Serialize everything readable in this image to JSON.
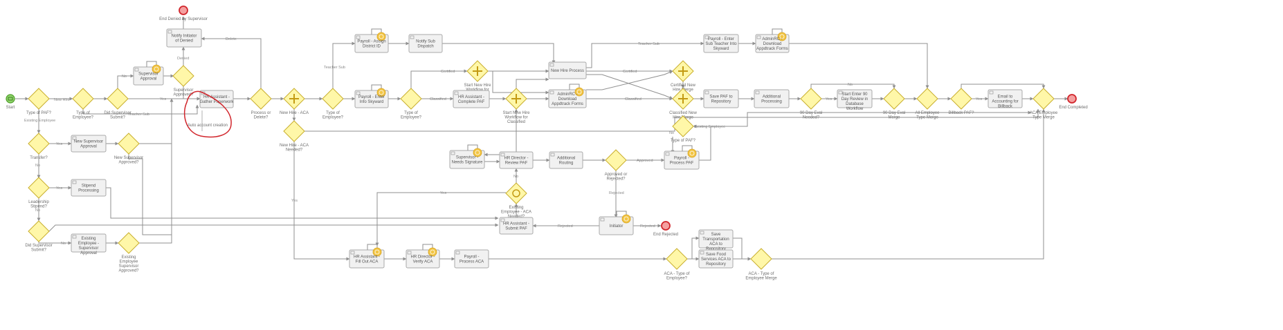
{
  "colors": {
    "gateway_fill": "#fff7a8",
    "gateway_stroke": "#c9ae2c",
    "start_fill": "#8fd46a",
    "end_fill": "#f4a0a0",
    "end_stroke": "#d1252b",
    "annotation_stroke": "#d1252b",
    "timer_fill": "#f2c545"
  },
  "nodes": [
    {
      "id": "start",
      "kind": "start",
      "label": "Start",
      "icon": "start-event-icon"
    },
    {
      "id": "end_denied",
      "kind": "end",
      "label": "End Denied by Supervisor"
    },
    {
      "id": "end_completed",
      "kind": "end",
      "label": "End Completed"
    },
    {
      "id": "end_rejected",
      "kind": "end",
      "label": "End Rejected"
    },
    {
      "id": "gw_type_paf",
      "kind": "gateway",
      "label": "Type of PAF?"
    },
    {
      "id": "gw_type_employee1",
      "kind": "gateway",
      "label": "Type of Employee?"
    },
    {
      "id": "gw_did_sup_submit1",
      "kind": "gateway",
      "label": "Did Supervisor Submit?"
    },
    {
      "id": "gw_sup_approved",
      "kind": "gateway",
      "label": "Supervisor Approved?"
    },
    {
      "id": "gw_process_delete",
      "kind": "gateway",
      "label": "Process or Delete?"
    },
    {
      "id": "gw_new_hire_aca",
      "kind": "gateway-parallel",
      "label": "New Hire - ACA"
    },
    {
      "id": "gw_new_hire_aca_needed",
      "kind": "gateway",
      "label": "New Hire - ACA Needed?"
    },
    {
      "id": "gw_type_employee2",
      "kind": "gateway",
      "label": "Type of Employee?"
    },
    {
      "id": "gw_type_employee3",
      "kind": "gateway",
      "label": "Type of Employee?"
    },
    {
      "id": "gw_start_certified",
      "kind": "gateway-parallel",
      "label": "Start New Hire Workflow for Certified"
    },
    {
      "id": "gw_start_classified",
      "kind": "gateway-parallel",
      "label": "Start New Hire Workflow for Classified"
    },
    {
      "id": "gw_certified_merge",
      "kind": "gateway-parallel",
      "label": "Certified New Hire Merge"
    },
    {
      "id": "gw_classified_merge",
      "kind": "gateway-parallel",
      "label": "Classified New Hire Merge"
    },
    {
      "id": "gw_type_paf2",
      "kind": "gateway",
      "label": "Type of PAF?"
    },
    {
      "id": "gw_90_day_needed",
      "kind": "gateway",
      "label": "90 Day Eval Needed?"
    },
    {
      "id": "gw_90_day_merge",
      "kind": "gateway",
      "label": "90 Day Eval Merge"
    },
    {
      "id": "gw_all_employee_merge",
      "kind": "gateway",
      "label": "All Employee Type Merge"
    },
    {
      "id": "gw_billback",
      "kind": "gateway",
      "label": "Billback PAF?"
    },
    {
      "id": "gw_aca_employee_merge",
      "kind": "gateway",
      "label": "ACA Employee Type Merge"
    },
    {
      "id": "gw_transfer",
      "kind": "gateway",
      "label": "Transfer?"
    },
    {
      "id": "gw_new_sup_approved",
      "kind": "gateway",
      "label": "New Supervisor Approved?"
    },
    {
      "id": "gw_leadership",
      "kind": "gateway",
      "label": "Leadership Stipend?"
    },
    {
      "id": "gw_did_sup_submit2",
      "kind": "gateway",
      "label": "Did Supervisor Submit?"
    },
    {
      "id": "gw_existing_sup_approved",
      "kind": "gateway",
      "label": "Existing Employee Supervisor Approved?"
    },
    {
      "id": "gw_existing_aca_needed",
      "kind": "gateway-event",
      "label": "Existing Employee - ACA Needed?"
    },
    {
      "id": "gw_approved_rejected",
      "kind": "gateway",
      "label": "Approved or Rejected?"
    },
    {
      "id": "gw_aca_type_employee",
      "kind": "gateway",
      "label": "ACA - Type of Employee?"
    },
    {
      "id": "gw_aca_type_merge",
      "kind": "gateway",
      "label": "ACA - Type of Employee Merge"
    },
    {
      "id": "t_notify_initiator",
      "kind": "task",
      "label": "Notify Initiator of Denied"
    },
    {
      "id": "t_sup_approval",
      "kind": "task",
      "label": "Supervisor Approval"
    },
    {
      "id": "t_hr_gather",
      "kind": "task",
      "label": "HR Assistant - Gather Paperwork"
    },
    {
      "id": "t_payroll_assign",
      "kind": "task",
      "label": "Payroll - Assign District ID"
    },
    {
      "id": "t_notify_sub",
      "kind": "task",
      "label": "Notify Sub Dispatch"
    },
    {
      "id": "t_payroll_skyward",
      "kind": "task",
      "label": "Payroll - Enter Info Skyward"
    },
    {
      "id": "t_hr_complete",
      "kind": "task",
      "label": "HR Assistant - Complete PAF"
    },
    {
      "id": "t_new_hire_process",
      "kind": "task",
      "label": "New Hire Process"
    },
    {
      "id": "t_adminrc_download1",
      "kind": "task",
      "label": "AdminRC - Download Appdtrack Forms"
    },
    {
      "id": "t_payroll_sub_teacher",
      "kind": "task",
      "label": "Payroll - Enter Sub Teacher Into Skyward"
    },
    {
      "id": "t_adminrc_download2",
      "kind": "task",
      "label": "AdminRC - Download Appdtrack Forms"
    },
    {
      "id": "t_save_paf",
      "kind": "task",
      "label": "Save PAF to Repository"
    },
    {
      "id": "t_additional_processing",
      "kind": "task",
      "label": "Additional Processing"
    },
    {
      "id": "t_start_90",
      "kind": "task",
      "label": "Start Enter 90 Day Review in Database Workflow"
    },
    {
      "id": "t_email_accounting",
      "kind": "task",
      "label": "Email to Accounting for Billback"
    },
    {
      "id": "t_new_sup_approval",
      "kind": "task",
      "label": "New Supervisor Approval"
    },
    {
      "id": "t_stipend",
      "kind": "task",
      "label": "Stipend Processing"
    },
    {
      "id": "t_existing_sup_approval",
      "kind": "task",
      "label": "Existing Employee - Supervisor Approval"
    },
    {
      "id": "t_sup_needs_signature",
      "kind": "task",
      "label": "Supervisor - Needs Signature"
    },
    {
      "id": "t_hr_director_review",
      "kind": "task",
      "label": "HR Director - Review PAF"
    },
    {
      "id": "t_additional_routing",
      "kind": "task",
      "label": "Additional Routing"
    },
    {
      "id": "t_payroll_process_paf",
      "kind": "task",
      "label": "Payroll - Process PAF"
    },
    {
      "id": "t_hr_submit",
      "kind": "task",
      "label": "HR Assistant - Submit PAF"
    },
    {
      "id": "t_initiator",
      "kind": "task",
      "label": "Initiator"
    },
    {
      "id": "t_save_transport",
      "kind": "task",
      "label": "Save Transportation ACA to Repository"
    },
    {
      "id": "t_save_food",
      "kind": "task",
      "label": "Save Food Services ACA to Repository"
    },
    {
      "id": "t_hr_fill_aca",
      "kind": "task",
      "label": "HR Assistant - Fill Out ACA"
    },
    {
      "id": "t_hr_verify_aca",
      "kind": "task",
      "label": "HR Director - Verify ACA"
    },
    {
      "id": "t_payroll_process_aca",
      "kind": "task",
      "label": "Payroll - Process ACA"
    }
  ],
  "flow_labels": {
    "new_hire": "New Hire",
    "existing_employee": "Existing Employee",
    "no": "No",
    "yes": "Yes",
    "teacher_sub": "Teacher Sub",
    "delete": "Delete",
    "denied": "Denied",
    "certified": "Certified",
    "classified": "Classified",
    "approved": "Approved",
    "rejected": "Rejected"
  },
  "annotation": {
    "text": "Auto account creation"
  }
}
